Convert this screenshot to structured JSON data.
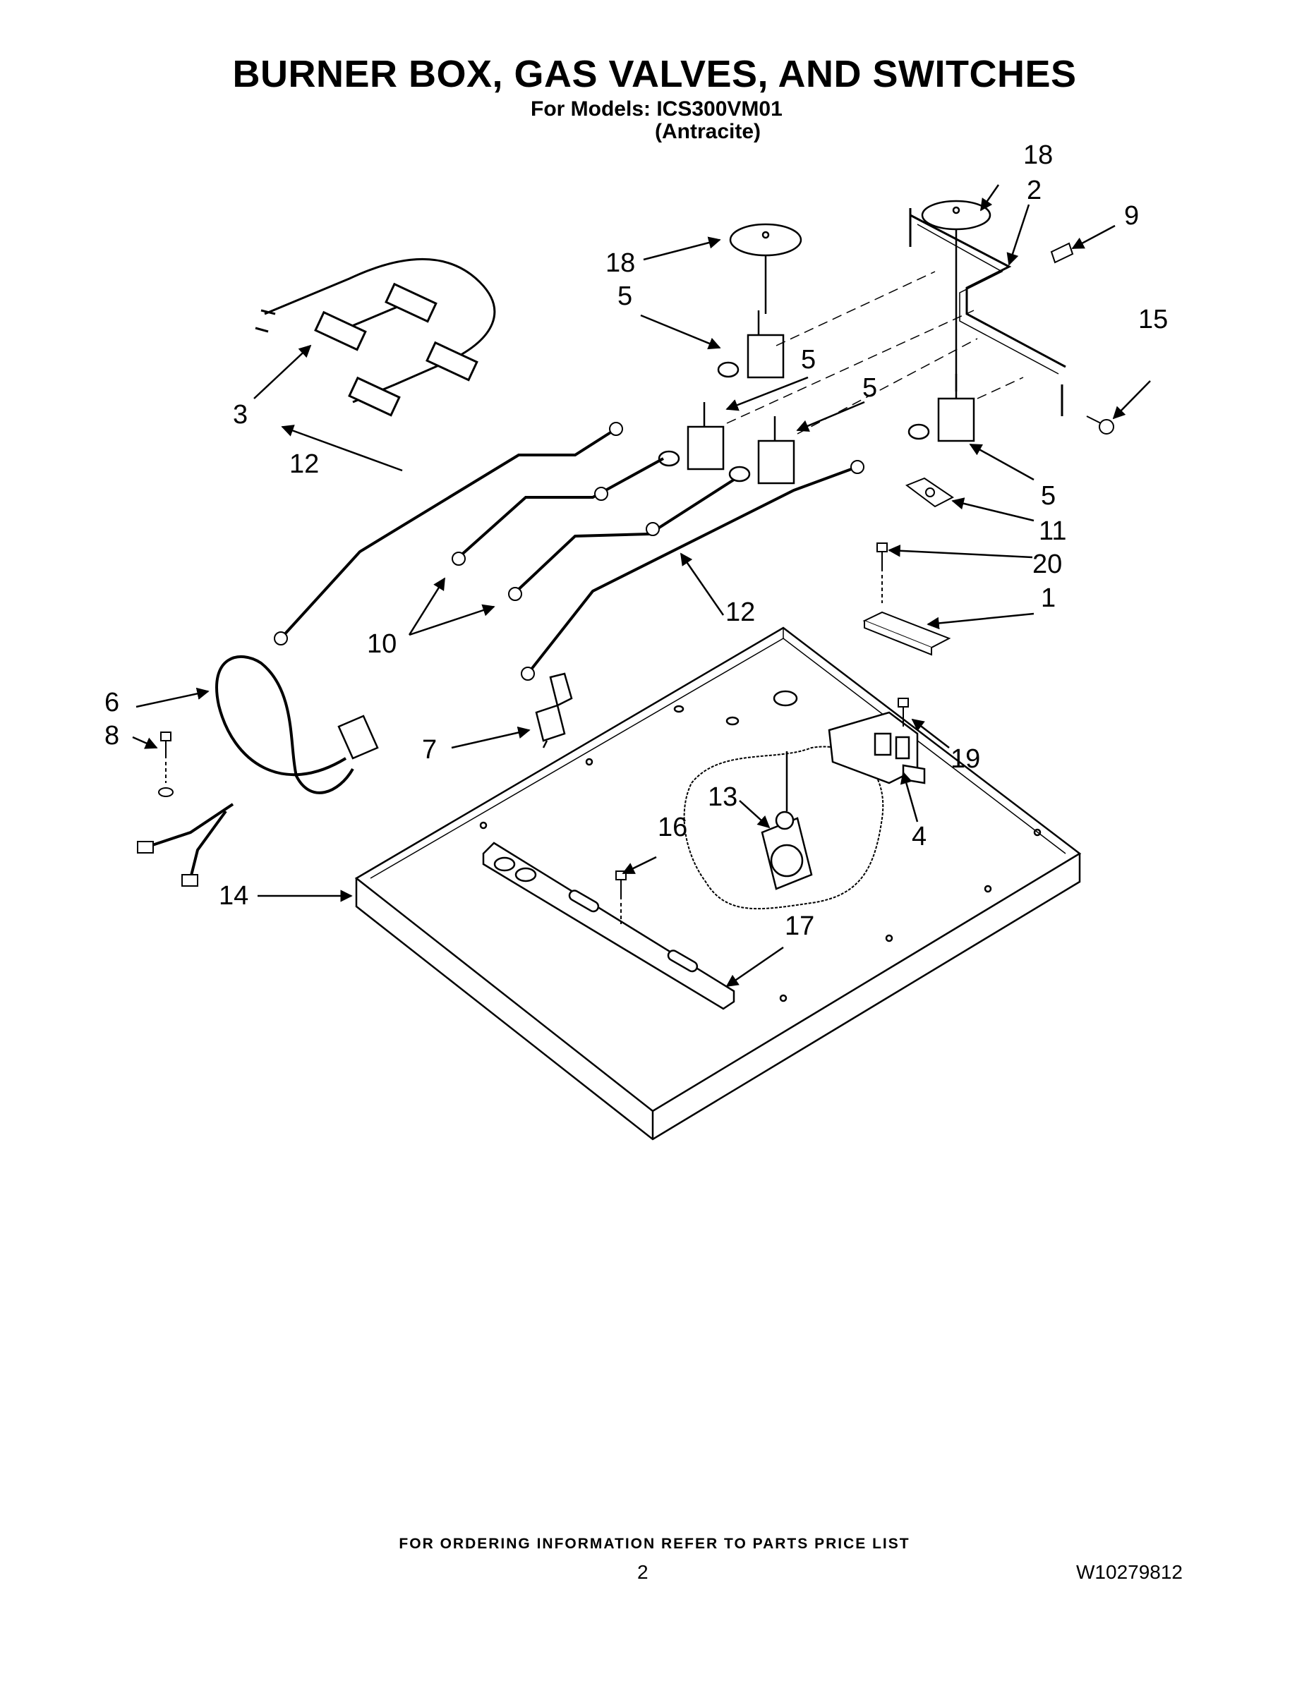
{
  "header": {
    "title": "BURNER BOX, GAS VALVES, AND SWITCHES",
    "models_label": "For Models: ICS300VM01",
    "models_variant": "(Antracite)"
  },
  "callouts": {
    "c1": "1",
    "c2": "2",
    "c3": "3",
    "c4": "4",
    "c5a": "5",
    "c5b": "5",
    "c5c": "5",
    "c5d": "5",
    "c6": "6",
    "c7": "7",
    "c8": "8",
    "c9": "9",
    "c10": "10",
    "c11": "11",
    "c12a": "12",
    "c12b": "12",
    "c13": "13",
    "c14": "14",
    "c15": "15",
    "c16": "16",
    "c17": "17",
    "c18a": "18",
    "c18b": "18",
    "c19": "19",
    "c20": "20"
  },
  "footer": {
    "ordering_info": "FOR ORDERING INFORMATION REFER TO PARTS PRICE LIST",
    "page_number": "2",
    "document_number": "W10279812"
  }
}
